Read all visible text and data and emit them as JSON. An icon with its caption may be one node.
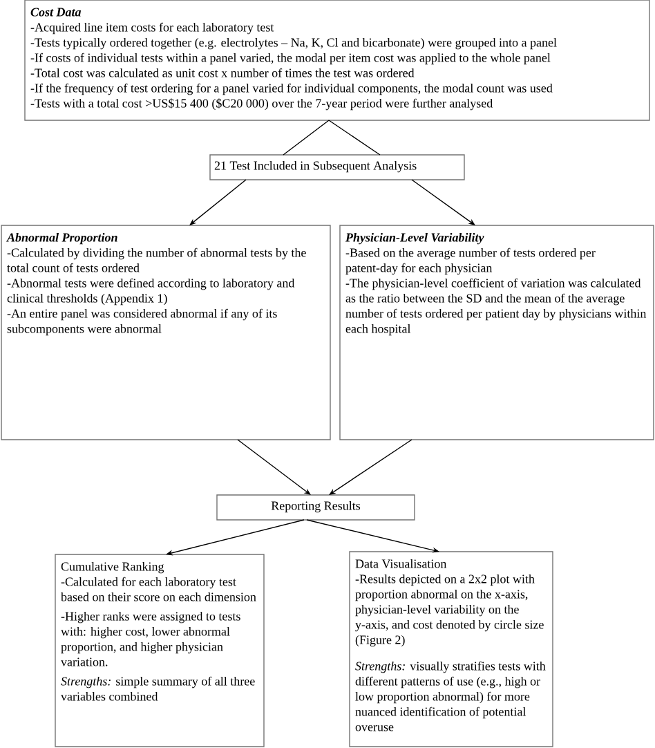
{
  "diagram": {
    "nodes": [
      {
        "text": [
          "Cost Data",
          "-Acquired line item costs for each laboratory test",
          "-Tests typically ordered together (e.g. electrolytes – Na, K, Cl and bicarbonate) were grouped into a panel",
          "-If costs of individual tests within a panel varied, the modal per item cost was applied to the whole panel",
          "-Total cost was calculated as unit cost x number of times the test was ordered",
          "-If the frequency of test ordering for a panel varied for individual components, the modal count was used",
          "-Tests with a total cost >US$15 400 ($C20 000) over the 7-year period were further analysed"
        ]
      },
      {
        "text": [
          "21 Test Included in Subsequent Analysis"
        ]
      },
      {
        "text": [
          "Abnormal Proportion",
          "-Calculated by dividing the number of abnormal tests by the total count of tests ordered",
          "-Abnormal tests were defined according to laboratory and clinical thresholds (Appendix 1)",
          "-An entire panel was considered abnormal if any of its subcomponents were abnormal"
        ]
      },
      {
        "text": [
          "Physician-Level Variability",
          "-Based on the average number of tests ordered per patent-day for each physician",
          "-The physician-level coefficient of variation was calculated as the ratio between the SD and the mean of the average number of tests ordered per patient day by physicians within each hospital"
        ]
      },
      {
        "text": [
          "Reporting Results"
        ]
      },
      {
        "text": [
          "Cumulative Ranking",
          "-Calculated for each laboratory test based on their score on each dimension",
          "-Higher ranks were assigned to tests with: higher cost, lower abnormal proportion, and higher physician variation.",
          "*Strengths:* simple summary of all three variables combined"
        ]
      },
      {
        "text": [
          "Data Visualisation",
          "-Results depicted on a 2x2 plot with proportion abnormal on the x-axis, physician-level variability on the y-axis, and cost denoted by circle size (Figure 2)",
          "*Strengths:* visually stratifies tests with different patterns of use (e.g., high or low proportion abnormal) for more nuanced identification of potential overuse"
        ]
      }
    ],
    "edges": [
      {
        "from": 0,
        "to": 1,
        "arrow": "none"
      },
      {
        "from": 1,
        "to": 2,
        "arrow": "to"
      },
      {
        "from": 1,
        "to": 3,
        "arrow": "to"
      },
      {
        "from": 2,
        "to": 4,
        "arrow": "to"
      },
      {
        "from": 3,
        "to": 4,
        "arrow": "to"
      },
      {
        "from": 4,
        "to": 5,
        "arrow": "to"
      },
      {
        "from": 4,
        "to": 6,
        "arrow": "to"
      }
    ]
  }
}
